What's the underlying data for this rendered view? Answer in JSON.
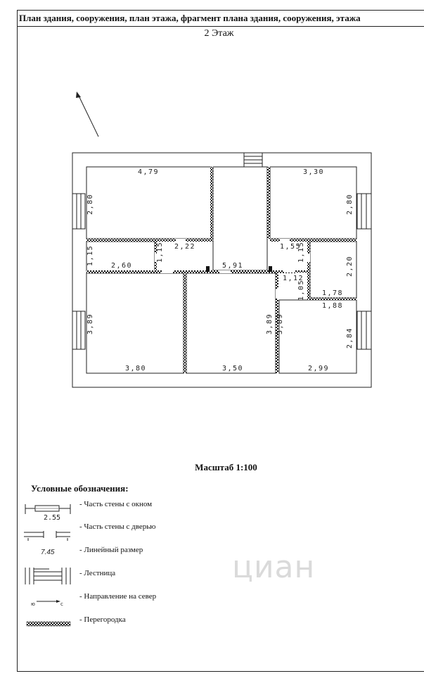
{
  "header": {
    "title": "План здания, сооружения, план этажа, фрагмент плана здания, сооружения, этажа",
    "floor": "2 Этаж"
  },
  "plan_dimensions": [
    {
      "id": "d1",
      "text": "4,79",
      "orient": "h"
    },
    {
      "id": "d2",
      "text": "3,30",
      "orient": "h"
    },
    {
      "id": "d3",
      "text": "2,80",
      "orient": "v"
    },
    {
      "id": "d4",
      "text": "2,80",
      "orient": "v"
    },
    {
      "id": "d5",
      "text": "1,15",
      "orient": "v"
    },
    {
      "id": "d6",
      "text": "1,15",
      "orient": "v"
    },
    {
      "id": "d7",
      "text": "2,22",
      "orient": "h"
    },
    {
      "id": "d8",
      "text": "1,55",
      "orient": "h"
    },
    {
      "id": "d9",
      "text": "1,15",
      "orient": "v"
    },
    {
      "id": "d10",
      "text": "2,60",
      "orient": "h"
    },
    {
      "id": "d11",
      "text": "5,91",
      "orient": "h"
    },
    {
      "id": "d12",
      "text": "2,20",
      "orient": "v"
    },
    {
      "id": "d13",
      "text": "1,12",
      "orient": "h"
    },
    {
      "id": "d14",
      "text": "1,05",
      "orient": "v"
    },
    {
      "id": "d15",
      "text": "1,78",
      "orient": "h"
    },
    {
      "id": "d16",
      "text": "1,88",
      "orient": "h"
    },
    {
      "id": "d17",
      "text": "3,89",
      "orient": "v"
    },
    {
      "id": "d18",
      "text": "3,89",
      "orient": "v"
    },
    {
      "id": "d19",
      "text": "3,89",
      "orient": "v"
    },
    {
      "id": "d20",
      "text": "2,84",
      "orient": "v"
    },
    {
      "id": "d21",
      "text": "3,80",
      "orient": "h"
    },
    {
      "id": "d22",
      "text": "3,50",
      "orient": "h"
    },
    {
      "id": "d23",
      "text": "2,99",
      "orient": "h"
    }
  ],
  "scale": "Масштаб 1:100",
  "legend": {
    "title": "Условные обозначения:",
    "window_sample_number": "2.55",
    "linear_sample_number": "7.45",
    "north_from": "ю",
    "north_to": "с",
    "items": [
      "- Часть стены с окном",
      "- Часть стены с дверью",
      "- Линейный размер",
      "- Лестница",
      "- Направление на север",
      "- Перегородка"
    ]
  },
  "watermark": "циан"
}
